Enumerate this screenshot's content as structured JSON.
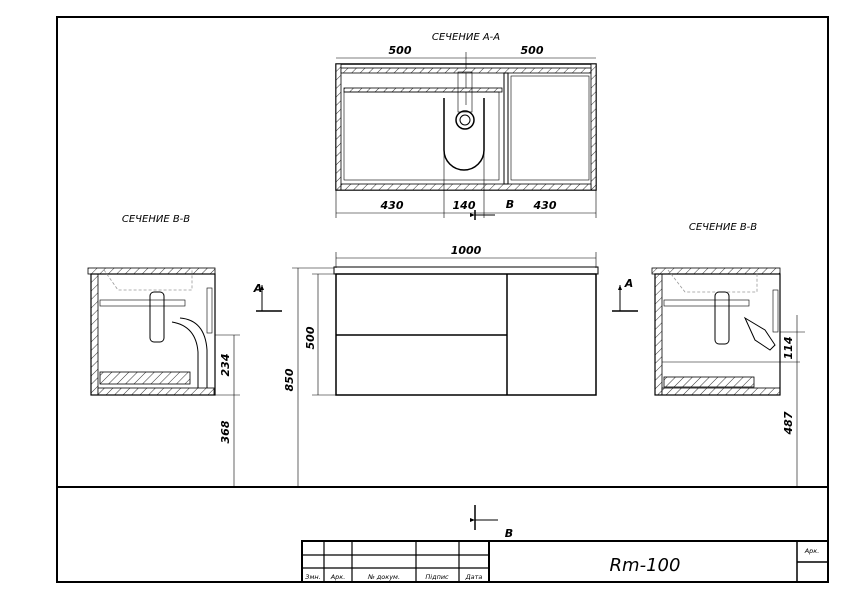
{
  "section_aa": {
    "title": "СЕЧЕНИЕ А-А",
    "dim_top_left": "500",
    "dim_top_right": "500",
    "dim_bottom_left": "430",
    "dim_bottom_mid": "140",
    "dim_bottom_right": "430",
    "marker": "B"
  },
  "front_view": {
    "dim_width": "1000",
    "dim_body_height": "500",
    "dim_total_height": "850",
    "marker_left": "A",
    "marker_right": "A",
    "marker_bottom": "B"
  },
  "section_bb_left": {
    "title": "СЕЧЕНИЕ В-В",
    "dim_outlet": "234",
    "dim_floor": "368"
  },
  "section_bb_right": {
    "title": "СЕЧЕНИЕ В-В",
    "dim_outlet": "114",
    "dim_floor": "487"
  },
  "title_block": {
    "columns": [
      "Змн.",
      "Арк.",
      "№ докум.",
      "Підпис",
      "Дата"
    ],
    "sheet_label": "Арк.",
    "designation": "Rm-100"
  }
}
